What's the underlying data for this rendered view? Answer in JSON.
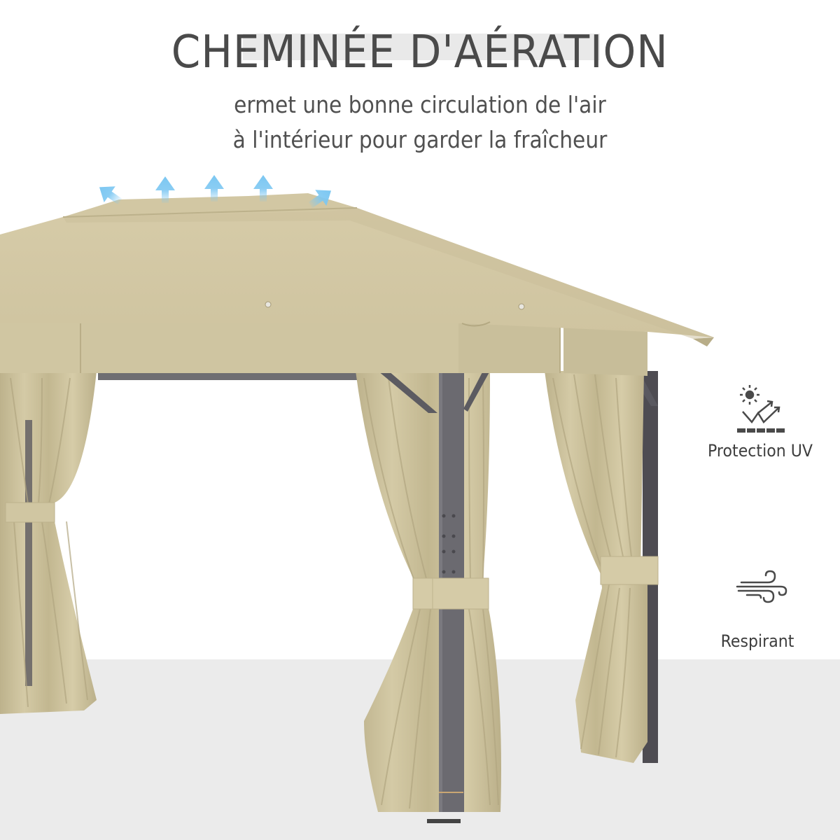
{
  "header": {
    "title": "CHEMINÉE D'AÉRATION",
    "subtitle_line1": "ermet une bonne circulation de l'air",
    "subtitle_line2": "à l'intérieur pour garder la fraîcheur"
  },
  "features": [
    {
      "icon": "uv-protection-icon",
      "label": "Protection UV"
    },
    {
      "icon": "wind-breathable-icon",
      "label": "Respirant"
    }
  ],
  "illustration": {
    "subject": "gazebo with vented double roof and tied-back curtains",
    "airflow_arrows": 5
  },
  "colors": {
    "canopy": "#d4c9a6",
    "canopy_shadow": "#c9bd98",
    "curtain": "#cfc5a0",
    "curtain_fold": "#b7ac86",
    "frame": "#6b6a70",
    "arrow": "#7cc7f2",
    "title_text": "#4a4a4a",
    "floor": "#ebebeb",
    "icon": "#4a4a4a"
  }
}
